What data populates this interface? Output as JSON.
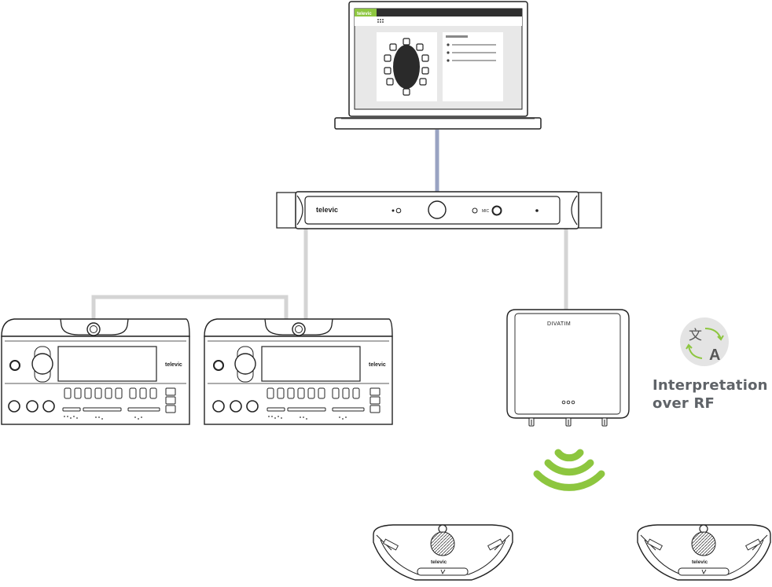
{
  "brand": "televic",
  "device_brand_mirrored": "DIVATIM",
  "cu_label": "MIC",
  "rf_badge": {
    "source_glyph": "文",
    "target_glyph": "A"
  },
  "rf_caption": {
    "line1": "Interpretation",
    "line2": "over RF"
  },
  "colors": {
    "accent_green": "#8dc63f",
    "network_link": "#99a3c2",
    "cable": "#d0d0d0",
    "outline": "#222222"
  }
}
